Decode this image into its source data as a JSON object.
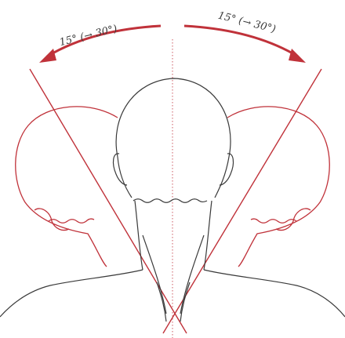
{
  "figure": {
    "left_label": "15° (→ 30°)",
    "right_label": "15° (→ 30°)",
    "colors": {
      "outline": "#3a3a3a",
      "tilt": "#c0323a",
      "axis": "#c0323a"
    },
    "tilt_angle_deg": 15,
    "tilt_angle_max_deg": 30
  }
}
